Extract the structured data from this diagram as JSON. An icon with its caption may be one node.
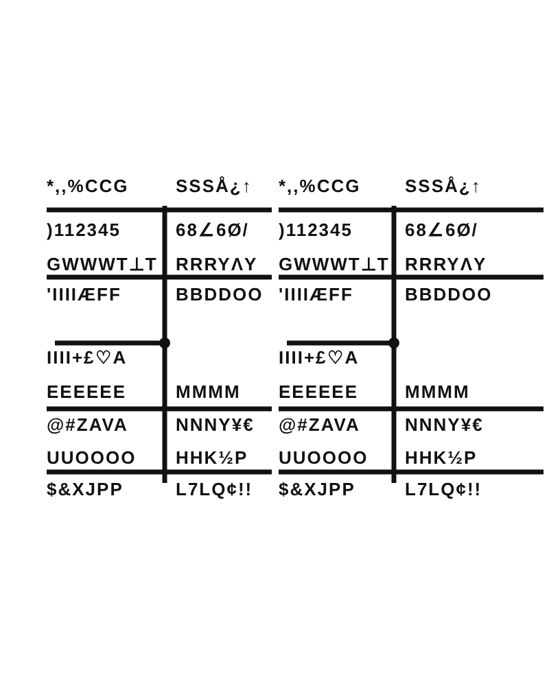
{
  "diagram": {
    "labels": [
      "*,,%CCG",
      "SSSÅ¿↑",
      "*,,%CCG",
      "SSSÅ¿↑",
      ")112345",
      "68∠6Ø/",
      ")112345",
      "68∠6Ø/",
      "GWWWT⊥T",
      "RRRYΛY",
      "GWWWT⊥T",
      "RRRYΛY",
      "'IIIIÆFF",
      "BBDDOO",
      "'IIIIÆFF",
      "BBDDOO",
      "IIII+£♡A",
      "IIII+£♡A",
      "EEEEEE",
      "MMMM",
      "EEEEEE",
      "MMMM",
      "@#ZAVA",
      "NNNY¥€",
      "@#ZAVA",
      "NNNY¥€",
      "UUOOOO",
      "HHK½P",
      "UUOOOO",
      "HHK½P",
      "$&XJPP",
      "L7LQ¢!!",
      "$&XJPP",
      "L7LQ¢!!"
    ]
  }
}
